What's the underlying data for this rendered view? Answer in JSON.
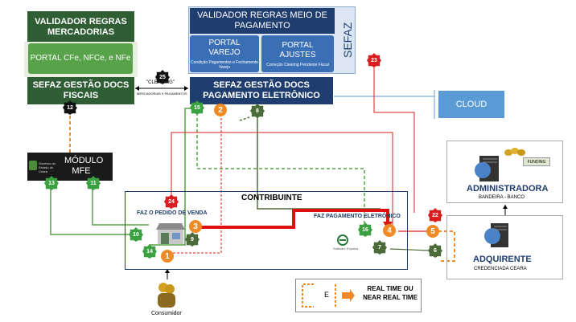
{
  "boxes": {
    "validador_mercadorias": "VALIDADOR REGRAS MERCADORIAS",
    "portal_cfe": "PORTAL CFe, NFCe, e NFe",
    "sefaz_docs_fiscais": "SEFAZ GESTÃO DOCS FISCAIS",
    "validador_pagamento": "VALIDADOR REGRAS MEIO DE PAGAMENTO",
    "portal_varejo": "PORTAL VAREJO",
    "portal_varejo_sub": "Condição Pagamentos e Fechamento Varejo",
    "portal_ajustes": "PORTAL AJUSTES",
    "portal_ajustes_sub": "Correção Clearing Pendente Fiscal",
    "sefaz_title": "SEFAZ",
    "sefaz_docs_pagamento": "SEFAZ GESTÃO DOCS PAGAMENTO ELETRÔNICO",
    "cloud": "CLOUD",
    "modulo_mfe": "MÓDULO MFE",
    "modulo_logo": "Governo do Estado do Ceará",
    "contribuinte": "CONTRIBUINTE",
    "faz_pedido": "FAZ O PEDIDO DE VENDA",
    "faz_pagamento": "FAZ PAGAMENTO ELETRÔNICO",
    "software_express": "Software Express",
    "administradora": "ADMINISTRADORA",
    "administradora_sub": "BANDEIRA - BANCO",
    "funding": "FUNDING",
    "adquirente": "ADQUIRENTE",
    "adquirente_sub": "CREDENCIADA CEARA",
    "clearing": "\"CLEARING\"",
    "clearing_sub": "MERCADORIAS X PAGAMENTOS",
    "consumidor": "Consumidor",
    "legend_e": "E",
    "legend_text": "REAL TIME OU NEAR REAL TIME"
  },
  "markers": {
    "s12": "12",
    "s25": "25",
    "s23": "23",
    "s15": "15",
    "s8": "8",
    "s13": "13",
    "s11": "11",
    "s24": "24",
    "s22": "22",
    "s10": "10",
    "s14": "14",
    "s9": "9",
    "s16": "16",
    "s7": "7",
    "s6": "6",
    "c1": "1",
    "c2": "2",
    "c3": "3",
    "c4": "4",
    "c5": "5"
  },
  "colors": {
    "green_dark": "#2f5e35",
    "green_light": "#58a24a",
    "navy": "#1f3d6e",
    "orange": "#f08a24",
    "red": "#d81e1e",
    "cloud": "#5b9bd5"
  }
}
